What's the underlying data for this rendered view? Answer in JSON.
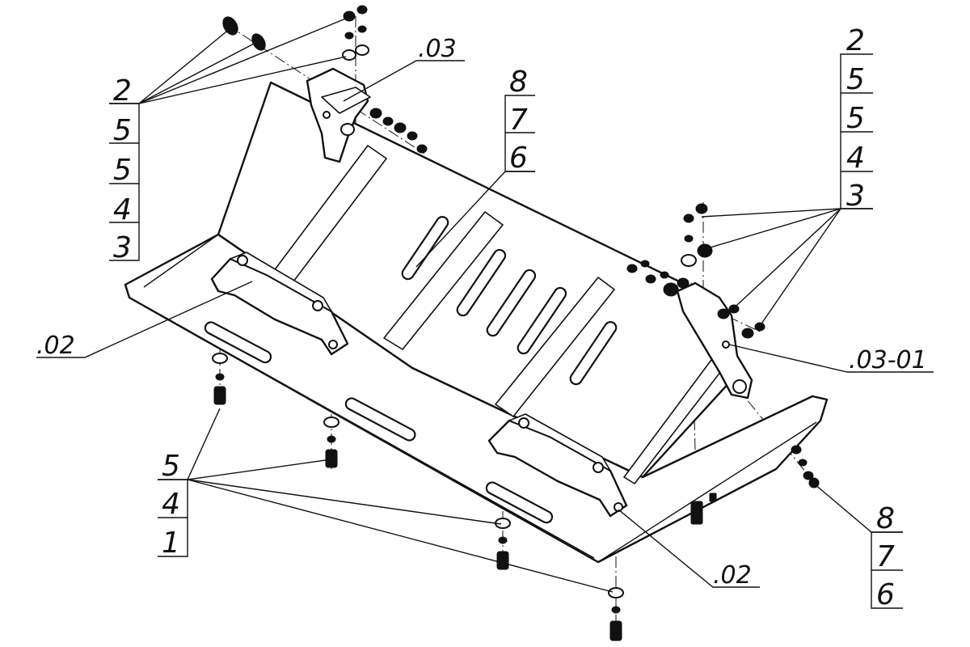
{
  "callouts": {
    "top_left_stack": [
      "2",
      "5",
      "5",
      "4",
      "3"
    ],
    "top_right_stack": [
      "2",
      "5",
      "5",
      "4",
      "3"
    ],
    "center_stack": [
      "8",
      "7",
      "6"
    ],
    "bottom_right_stack": [
      "8",
      "7",
      "6"
    ],
    "bottom_left_stack": [
      "5",
      "4",
      "1"
    ],
    "bracket_top": ".03",
    "bracket_right": ".03-01",
    "mount_left": ".02",
    "mount_right": ".02"
  }
}
